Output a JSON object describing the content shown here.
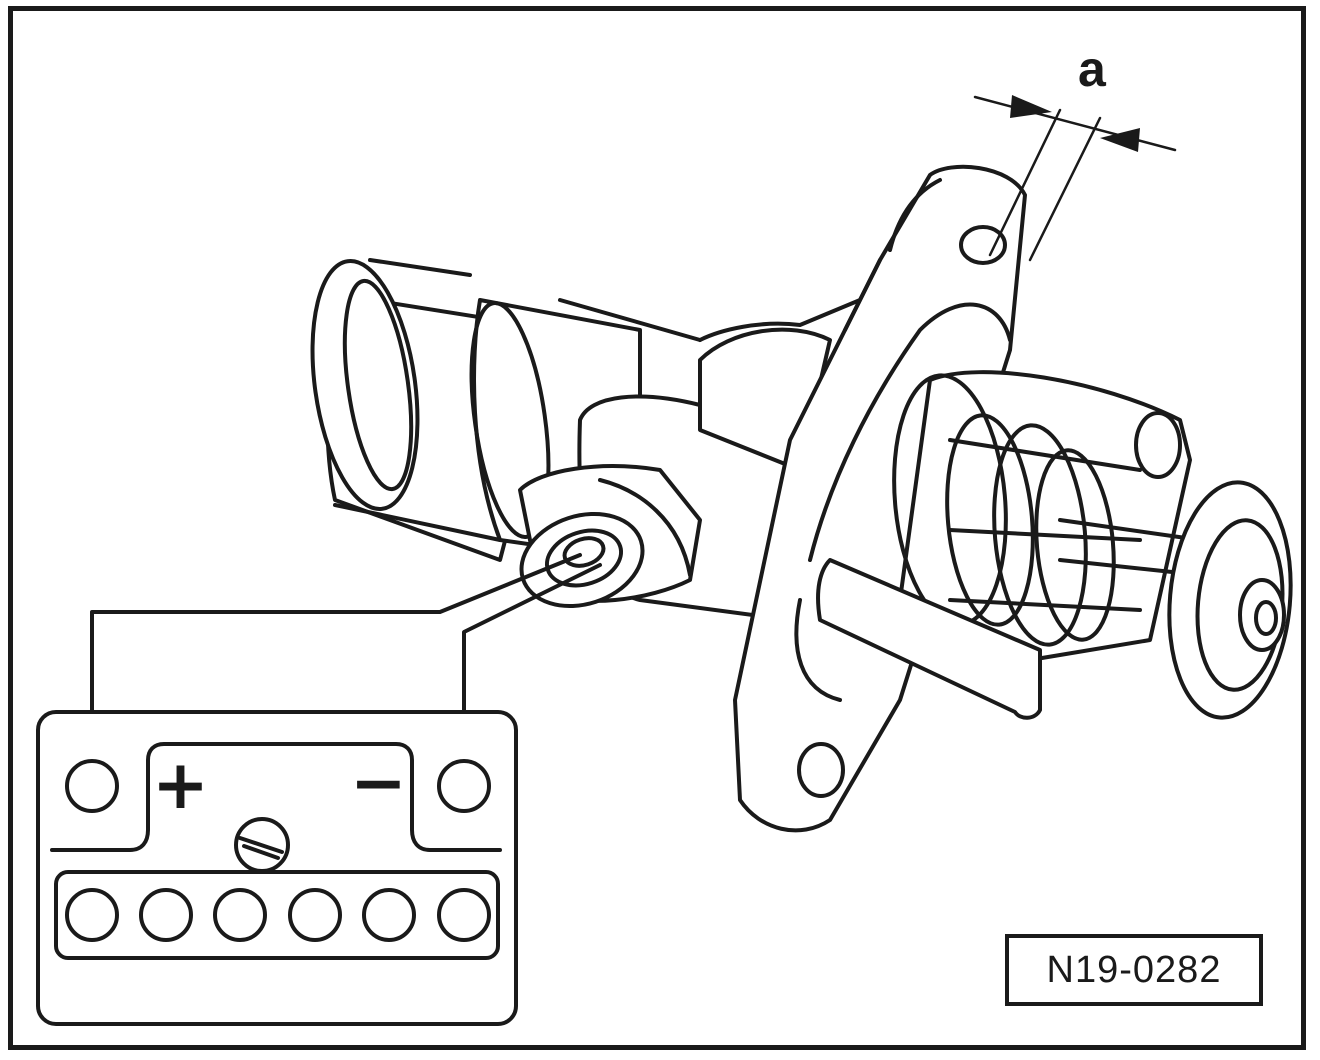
{
  "figure": {
    "id_label": "N19-0282",
    "dimension_label": "a",
    "battery": {
      "positive_symbol": "+",
      "negative_symbol": "−",
      "cell_caps": 6
    },
    "colors": {
      "ink": "#1a1a1a",
      "paper": "#ffffff"
    }
  }
}
